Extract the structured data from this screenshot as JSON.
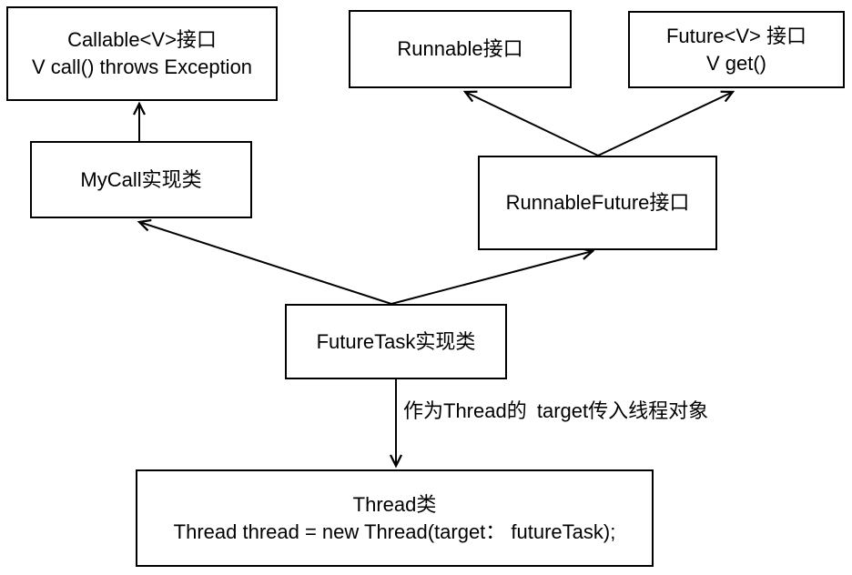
{
  "diagram": {
    "background_color": "#ffffff",
    "line_color": "#000000",
    "nodes": {
      "callable": {
        "line1": "Callable<V>接口",
        "line2": "V call() throws Exception"
      },
      "runnable": {
        "line1": "Runnable接口"
      },
      "future": {
        "line1": "Future<V> 接口",
        "line2": "V get()"
      },
      "mycall": {
        "line1": "MyCall实现类"
      },
      "runnablefuture": {
        "line1": "RunnableFuture接口"
      },
      "futuretask": {
        "line1": "FutureTask实现类"
      },
      "thread": {
        "line1": "Thread类",
        "line2": "Thread thread = new Thread(target： futureTask);"
      }
    },
    "edge_label": {
      "line1": "作为Thread的",
      "line2": "target传入线程对象"
    }
  }
}
